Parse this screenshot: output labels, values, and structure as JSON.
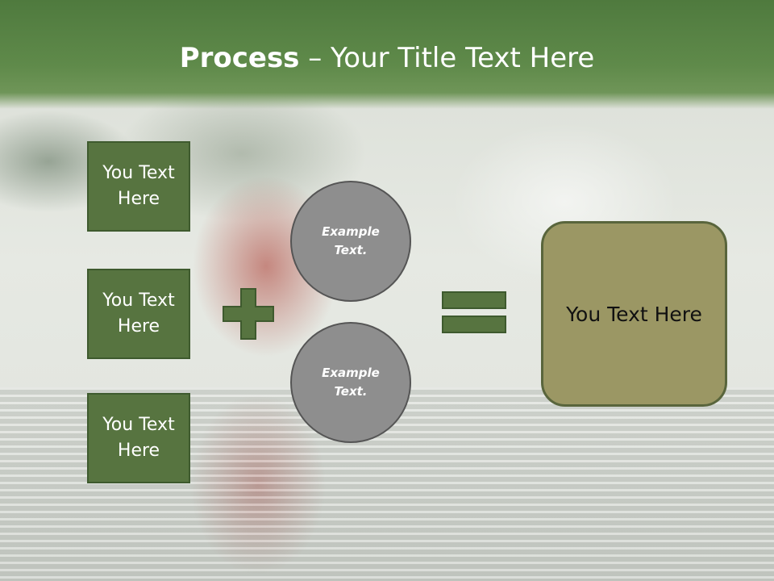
{
  "title": {
    "bold": "Process",
    "rest": " – Your Title Text Here"
  },
  "left_boxes": [
    {
      "label": "You Text Here"
    },
    {
      "label": "You Text Here"
    },
    {
      "label": "You Text Here"
    }
  ],
  "circles": [
    {
      "label": "Example Text."
    },
    {
      "label": "Example Text."
    }
  ],
  "result": {
    "label": "You Text Here"
  },
  "icons": {
    "plus": "plus-icon",
    "equals": "equals-icon"
  },
  "colors": {
    "title_bar": "#5f8a4a",
    "box_fill": "#577440",
    "circle_fill": "#8e8e8e",
    "result_fill": "#9b9764"
  }
}
